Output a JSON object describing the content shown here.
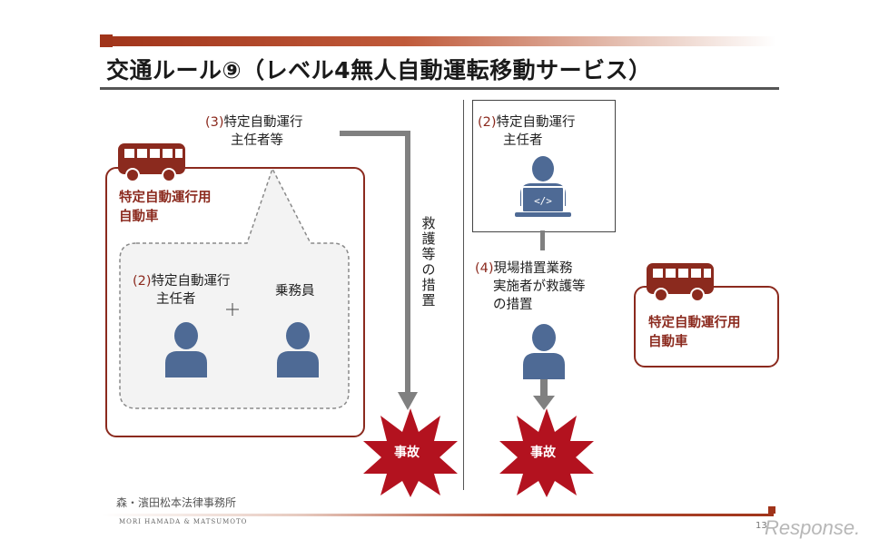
{
  "title": "交通ルール⑨（レベル4無人自動運転移動サービス）",
  "left": {
    "manager_remote": {
      "num": "(3)",
      "line1": "特定自動運行",
      "line2": "主任者等"
    },
    "vehicle_label": {
      "line1": "特定自動運行用",
      "line2": "自動車"
    },
    "manager_onboard": {
      "num": "(2)",
      "line1": "特定自動運行",
      "line2": "主任者"
    },
    "crew_label": "乗務員",
    "rescue_vertical": [
      "救",
      "護",
      "等",
      "の",
      "措",
      "置"
    ],
    "accident": "事故"
  },
  "right": {
    "manager": {
      "num": "(2)",
      "line1": "特定自動運行",
      "line2": "主任者"
    },
    "field_measures": {
      "num": "(4)",
      "line1": "現場措置業務",
      "line2": "実施者が救護等",
      "line3": "の措置"
    },
    "vehicle_label": {
      "line1": "特定自動運行用",
      "line2": "自動車"
    },
    "accident": "事故"
  },
  "footer": {
    "firm_jp": "森・濱田松本法律事務所",
    "firm_en": "MORI HAMADA & MATSUMOTO",
    "page": "13",
    "watermark": "Response."
  },
  "colors": {
    "accent": "#8b2a1e",
    "person": "#4e6a95",
    "star": "#b3121f",
    "arrow": "#808080"
  }
}
